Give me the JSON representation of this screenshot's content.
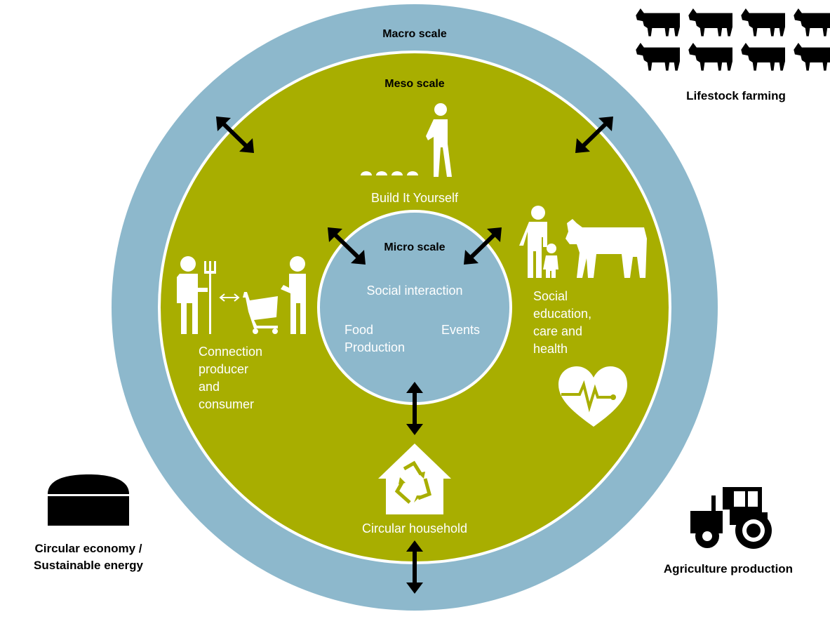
{
  "diagram": {
    "scales": {
      "macro": "Macro scale",
      "meso": "Meso scale",
      "micro": "Micro scale"
    },
    "micro_items": {
      "social_interaction": "Social interaction",
      "food_production": [
        "Food",
        "Production"
      ],
      "events": "Events"
    },
    "meso_items": {
      "build_it_yourself": "Build It Yourself",
      "connection": [
        "Connection",
        "producer",
        "and",
        "consumer"
      ],
      "social_education": [
        "Social",
        "education,",
        "care and",
        "health"
      ],
      "circular_household": "Circular household"
    },
    "outside_items": {
      "livestock": "Lifestock farming",
      "circular_economy": [
        "Circular economy /",
        "Sustainable energy"
      ],
      "agriculture": "Agriculture production"
    },
    "colors": {
      "macro_ring": "#8db8cc",
      "meso_ring": "#a8ae00",
      "micro_circle": "#8db8cc",
      "separator": "#ffffff",
      "icons_dark": "#000000",
      "icons_light": "#ffffff"
    },
    "icons": [
      "cow-herd-icon",
      "person-icon",
      "pitchfork-icon",
      "shopping-cart-icon",
      "cow-icon",
      "child-icon",
      "heart-pulse-icon",
      "recycle-house-icon",
      "biogas-dome-icon",
      "tractor-icon",
      "double-arrow-icon"
    ]
  }
}
